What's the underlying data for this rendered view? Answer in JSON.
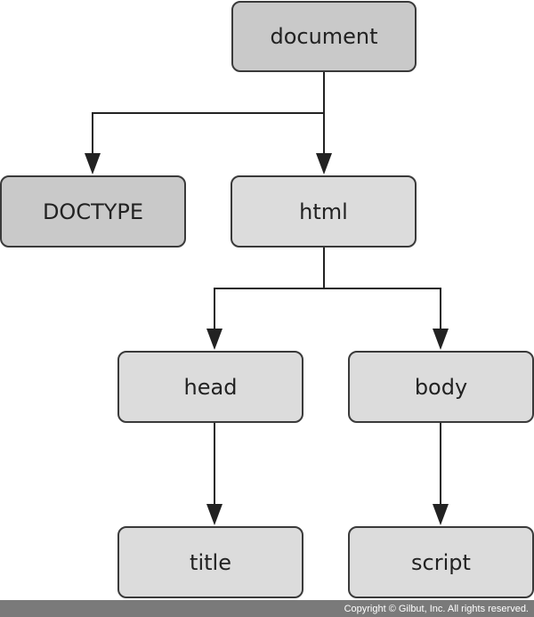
{
  "diagram": {
    "nodes": {
      "document": "document",
      "doctype": "DOCTYPE",
      "html": "html",
      "head": "head",
      "body": "body",
      "title": "title",
      "script": "script"
    },
    "edges": [
      [
        "document",
        "DOCTYPE"
      ],
      [
        "document",
        "html"
      ],
      [
        "html",
        "head"
      ],
      [
        "html",
        "body"
      ],
      [
        "head",
        "title"
      ],
      [
        "body",
        "script"
      ]
    ]
  },
  "footer": {
    "copyright": "Copyright © Gilbut, Inc. All rights reserved."
  },
  "colors": {
    "node_fill": "#dcdcdc",
    "root_fill": "#c9c9c9",
    "stroke": "#222222",
    "footer_bg": "#7a7a7a"
  }
}
